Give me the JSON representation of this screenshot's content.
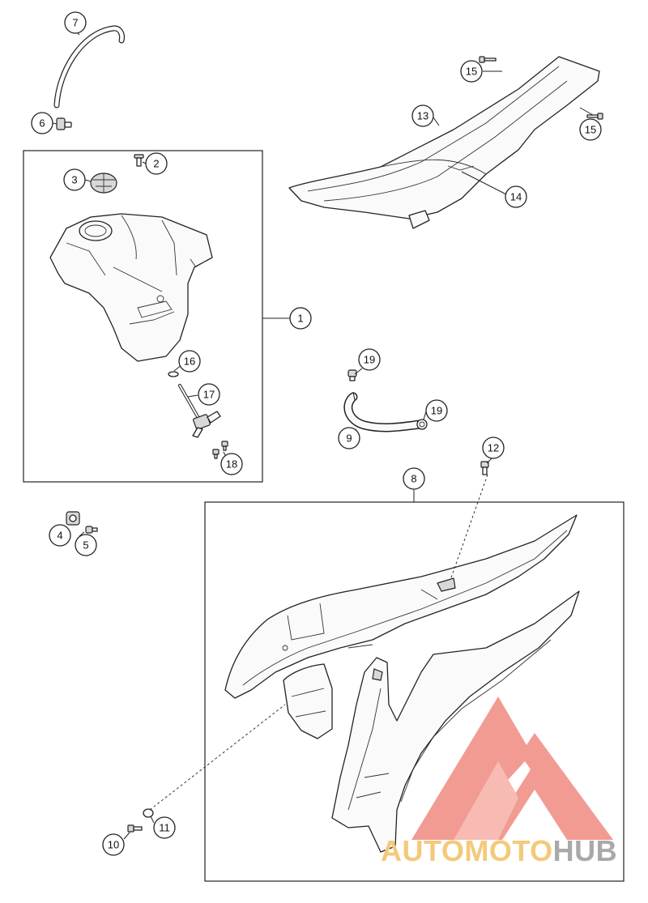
{
  "callouts": [
    {
      "id": "c1",
      "label": "1"
    },
    {
      "id": "c2",
      "label": "2"
    },
    {
      "id": "c3",
      "label": "3"
    },
    {
      "id": "c4",
      "label": "4"
    },
    {
      "id": "c5",
      "label": "5"
    },
    {
      "id": "c6",
      "label": "6"
    },
    {
      "id": "c7",
      "label": "7"
    },
    {
      "id": "c8",
      "label": "8"
    },
    {
      "id": "c9",
      "label": "9"
    },
    {
      "id": "c10",
      "label": "10"
    },
    {
      "id": "c11",
      "label": "11"
    },
    {
      "id": "c12",
      "label": "12"
    },
    {
      "id": "c13",
      "label": "13"
    },
    {
      "id": "c14",
      "label": "14"
    },
    {
      "id": "c15a",
      "label": "15"
    },
    {
      "id": "c15b",
      "label": "15"
    },
    {
      "id": "c16",
      "label": "16"
    },
    {
      "id": "c17",
      "label": "17"
    },
    {
      "id": "c18",
      "label": "18"
    },
    {
      "id": "c19a",
      "label": "19"
    },
    {
      "id": "c19b",
      "label": "19"
    }
  ],
  "watermark": {
    "part1": "AUTOMOTO",
    "part2": "HUB",
    "colors": {
      "triangle": "#f08a80",
      "text_orange": "#f4c97a",
      "text_gray": "#a9a9a9"
    }
  }
}
